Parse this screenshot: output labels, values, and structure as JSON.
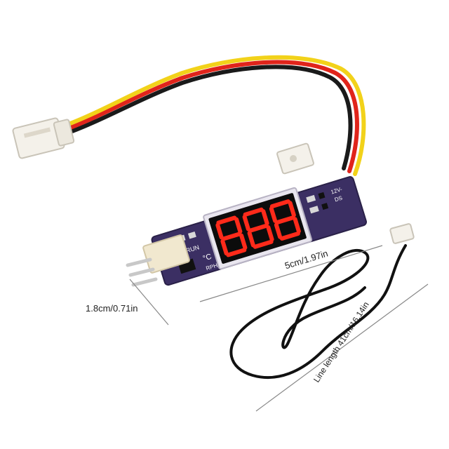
{
  "dimensions": {
    "width": "1.8cm/0.71in",
    "length": "5cm/1.97in",
    "cable": "Line length 41cm/16.14in"
  },
  "board": {
    "display": "888",
    "pcb_text_run": "RUN",
    "pcb_text_celsius": "°C",
    "pcb_text_rph": "RPH",
    "pcb_text_12v": "12V-",
    "pcb_text_ds": "DS",
    "pcb_color": "#3b2f63"
  },
  "colors": {
    "wire_red": "#e0241b",
    "wire_black": "#1a1a1a",
    "wire_yellow": "#f2d21a",
    "connector": "#f4f1ea",
    "digit_on": "#ff2a1a",
    "digit_off": "#3a0a08"
  }
}
